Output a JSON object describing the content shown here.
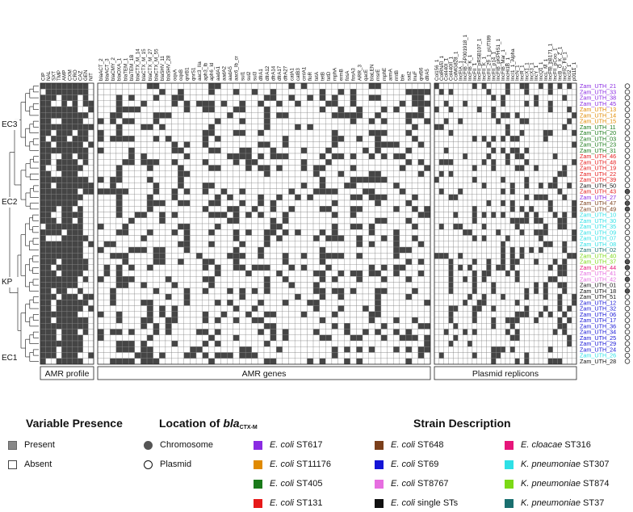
{
  "clusters": [
    "EC3",
    "EC2",
    "KP",
    "EC1"
  ],
  "panels": {
    "amr_profile": "AMR profile",
    "amr_genes": "AMR genes",
    "plasmid_replicons": "Plasmid replicons"
  },
  "profile_columns": [
    "CIP",
    "NAL",
    "SXT",
    "TMP",
    "AMP",
    "CXM",
    "CRO",
    "CAZ",
    "GEN",
    "NIT"
  ],
  "gene_columns": [
    "blaACT_2",
    "blaACT_3",
    "blaCMY_2",
    "blaOXA_1",
    "blaTEM_1",
    "blaTEM_1B",
    "blaCTX_M_14",
    "blaCTX_M_15",
    "blaCTX_M_27",
    "blaCTX_M_55",
    "blaSHV_11",
    "blaSHV_28",
    "oqxA",
    "oqxB",
    "qnrB1",
    "qnrS1",
    "aac3_IIa",
    "aph3_Ib",
    "aph6_Id",
    "aadA1",
    "aadA2",
    "aadA5",
    "aac6_Ib_cr",
    "sul1",
    "sul2",
    "sul3",
    "dfrA1",
    "dfrA12",
    "dfrA14",
    "dfrA17",
    "dfrA27",
    "catA1",
    "catB3",
    "cmlA1",
    "floR",
    "tetA",
    "tetB",
    "tetD",
    "mphA",
    "ermB",
    "fosA",
    "fosA3",
    "ARR_3",
    "qacE",
    "blaLEN",
    "msrE",
    "mphE",
    "armA",
    "rmtB",
    "ble",
    "sat2",
    "lnuF",
    "qnrB6",
    "dfrA5"
  ],
  "replicon_columns": [
    "Col156_1",
    "ColRNAI_1",
    "Col440I_1",
    "Col440II_1",
    "ColMG828_1",
    "IncFIA_1",
    "IncFIB_AP001918_1",
    "IncFIB_K_1",
    "IncFII_1",
    "IncFII_pRSB107_1",
    "IncFII_K_1",
    "IncFII_29_1_pUTI89",
    "IncFII_p14_1",
    "IncFIB_pKPHS1_1",
    "IncFIB_Mar_1",
    "IncHI1B_1",
    "IncI1_1_Alpha",
    "IncN_1",
    "IncR_1",
    "IncX1_1",
    "IncX3_1",
    "IncY_1",
    "IncQ1_1",
    "IncL_M_1",
    "IncFIB_pB171_1",
    "IncFII_pCoo_1",
    "IncB_O_K_Z_1",
    "IncFIC_FII_1",
    "IncI2_1",
    "p0111_1"
  ],
  "strains": [
    {
      "name": "Zam_UTH_21",
      "color": "#8a2be2",
      "loc": "plasmid"
    },
    {
      "name": "Zam_UTH_33",
      "color": "#8a2be2",
      "loc": "plasmid"
    },
    {
      "name": "Zam_UTH_38",
      "color": "#8a2be2",
      "loc": "plasmid"
    },
    {
      "name": "Zam_UTH_45",
      "color": "#8a2be2",
      "loc": "plasmid"
    },
    {
      "name": "Zam_UTH_13",
      "color": "#e08a00",
      "loc": "plasmid"
    },
    {
      "name": "Zam_UTH_14",
      "color": "#e08a00",
      "loc": "plasmid"
    },
    {
      "name": "Zam_UTH_15",
      "color": "#e08a00",
      "loc": "plasmid"
    },
    {
      "name": "Zam_UTH_11",
      "color": "#1a7a1a",
      "loc": "plasmid"
    },
    {
      "name": "Zam_UTH_20",
      "color": "#1a7a1a",
      "loc": "plasmid"
    },
    {
      "name": "Zam_UTH_03",
      "color": "#1a7a1a",
      "loc": "plasmid"
    },
    {
      "name": "Zam_UTH_23",
      "color": "#1a7a1a",
      "loc": "plasmid"
    },
    {
      "name": "Zam_UTH_31",
      "color": "#1a7a1a",
      "loc": "plasmid"
    },
    {
      "name": "Zam_UTH_46",
      "color": "#e61919",
      "loc": "plasmid"
    },
    {
      "name": "Zam_UTH_48",
      "color": "#e61919",
      "loc": "plasmid"
    },
    {
      "name": "Zam_UTH_19",
      "color": "#e61919",
      "loc": "plasmid"
    },
    {
      "name": "Zam_UTH_22",
      "color": "#e61919",
      "loc": "plasmid"
    },
    {
      "name": "Zam_UTH_39",
      "color": "#e61919",
      "loc": "plasmid"
    },
    {
      "name": "Zam_UTH_50",
      "color": "#111111",
      "loc": "plasmid"
    },
    {
      "name": "Zam_UTH_43",
      "color": "#e61919",
      "loc": "chromosome"
    },
    {
      "name": "Zam_UTH_27",
      "color": "#8a2be2",
      "loc": "plasmid"
    },
    {
      "name": "Zam_UTH_47",
      "color": "#7b3f1b",
      "loc": "chromosome"
    },
    {
      "name": "Zam_UTH_49",
      "color": "#7b3f1b",
      "loc": "chromosome"
    },
    {
      "name": "Zam_UTH_10",
      "color": "#2ee0e6",
      "loc": "plasmid"
    },
    {
      "name": "Zam_UTH_30",
      "color": "#2ee0e6",
      "loc": "plasmid"
    },
    {
      "name": "Zam_UTH_35",
      "color": "#2ee0e6",
      "loc": "plasmid"
    },
    {
      "name": "Zam_UTH_09",
      "color": "#2ee0e6",
      "loc": "plasmid"
    },
    {
      "name": "Zam_UTH_07",
      "color": "#2ee0e6",
      "loc": "plasmid"
    },
    {
      "name": "Zam_UTH_08",
      "color": "#2ee0e6",
      "loc": "plasmid"
    },
    {
      "name": "Zam_UTH_02",
      "color": "#1a6f6f",
      "loc": "plasmid"
    },
    {
      "name": "Zam_UTH_40",
      "color": "#7cd916",
      "loc": "plasmid"
    },
    {
      "name": "Zam_UTH_37",
      "color": "#7cd916",
      "loc": "chromosome"
    },
    {
      "name": "Zam_UTH_44",
      "color": "#e6157a",
      "loc": "chromosome"
    },
    {
      "name": "Zam_UTH_41",
      "color": "#e66ee0",
      "loc": "plasmid"
    },
    {
      "name": "Zam_UTH_42",
      "color": "#e66ee0",
      "loc": "chromosome"
    },
    {
      "name": "Zam_UTH_01",
      "color": "#111111",
      "loc": "plasmid"
    },
    {
      "name": "Zam_UTH_18",
      "color": "#111111",
      "loc": "chromosome"
    },
    {
      "name": "Zam_UTH_51",
      "color": "#111111",
      "loc": "plasmid"
    },
    {
      "name": "Zam_UTH_12",
      "color": "#1414d6",
      "loc": "plasmid"
    },
    {
      "name": "Zam_UTH_32",
      "color": "#1414d6",
      "loc": "plasmid"
    },
    {
      "name": "Zam_UTH_06",
      "color": "#1414d6",
      "loc": "plasmid"
    },
    {
      "name": "Zam_UTH_17",
      "color": "#1414d6",
      "loc": "plasmid"
    },
    {
      "name": "Zam_UTH_36",
      "color": "#1414d6",
      "loc": "plasmid"
    },
    {
      "name": "Zam_UTH_34",
      "color": "#1414d6",
      "loc": "plasmid"
    },
    {
      "name": "Zam_UTH_25",
      "color": "#1414d6",
      "loc": "plasmid"
    },
    {
      "name": "Zam_UTH_29",
      "color": "#1414d6",
      "loc": "plasmid"
    },
    {
      "name": "Zam_UTH_24",
      "color": "#1414d6",
      "loc": "plasmid"
    },
    {
      "name": "Zam_UTH_26",
      "color": "#2ee0e6",
      "loc": "plasmid"
    },
    {
      "name": "Zam_UTH_28",
      "color": "#111111",
      "loc": "plasmid"
    }
  ],
  "legend": {
    "variable_presence": {
      "title": "Variable Presence",
      "present": "Present",
      "absent": "Absent",
      "present_color": "#888888"
    },
    "location": {
      "title_prefix": "Location of ",
      "title_gene": "bla",
      "title_sub": "CTX-M",
      "chromosome": "Chromosome",
      "plasmid": "Plasmid"
    },
    "strain_description": {
      "title": "Strain Description",
      "items": [
        {
          "label": "E. coli ST617",
          "color": "#8a2be2"
        },
        {
          "label": "E. coli ST11176",
          "color": "#e08a00"
        },
        {
          "label": "E. coli ST405",
          "color": "#1a7a1a"
        },
        {
          "label": "E. coli ST131",
          "color": "#e61919"
        },
        {
          "label": "E. coli ST648",
          "color": "#7b3f1b"
        },
        {
          "label": "E. coli ST69",
          "color": "#1414d6"
        },
        {
          "label": "E. coli ST8767",
          "color": "#e66ee0"
        },
        {
          "label": "E. coli single STs",
          "color": "#111111"
        },
        {
          "label": "E. cloacae ST316",
          "color": "#e6157a"
        },
        {
          "label": "K. pneumoniae ST307",
          "color": "#2ee0e6"
        },
        {
          "label": "K. pneumoniae ST874",
          "color": "#7cd916"
        },
        {
          "label": "K. pneumoniae ST37",
          "color": "#1a6f6f"
        }
      ]
    }
  },
  "colors": {
    "cell_present": "#454545",
    "cell_absent": "#ffffff",
    "grid": "#888888"
  }
}
